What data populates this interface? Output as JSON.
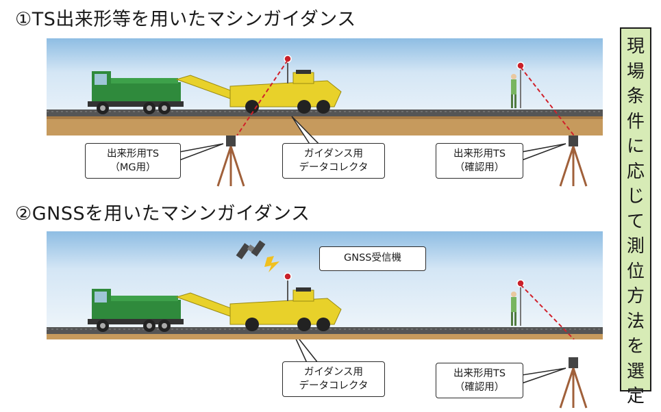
{
  "section1": {
    "title": "①TS出来形等を用いたマシンガイダンス",
    "callout_ts_mg": [
      "出来形用TS",
      "（MG用）"
    ],
    "callout_collector": [
      "ガイダンス用",
      "データコレクタ"
    ],
    "callout_ts_check": [
      "出来形用TS",
      "（確認用）"
    ]
  },
  "section2": {
    "title": "②GNSSを用いたマシンガイダンス",
    "callout_gnss": "GNSS受信機",
    "callout_collector": [
      "ガイダンス用",
      "データコレクタ"
    ],
    "callout_ts_check": [
      "出来形用TS",
      "（確認用）"
    ]
  },
  "side_label": "現場条件に応じて測位方法を選定",
  "colors": {
    "sky": "#dbe9f6",
    "ground": "#c79a5e",
    "road": "#5a5a5a",
    "truck": "#2f8a3c",
    "machine": "#e8d12a",
    "side_panel": "#d7ebb6",
    "laser": "#d0202a"
  },
  "icons": [
    "dump-truck-icon",
    "paver-machine-icon",
    "prism-pole-icon",
    "surveyor-icon",
    "total-station-icon",
    "satellite-icon",
    "lightning-signal-icon"
  ]
}
